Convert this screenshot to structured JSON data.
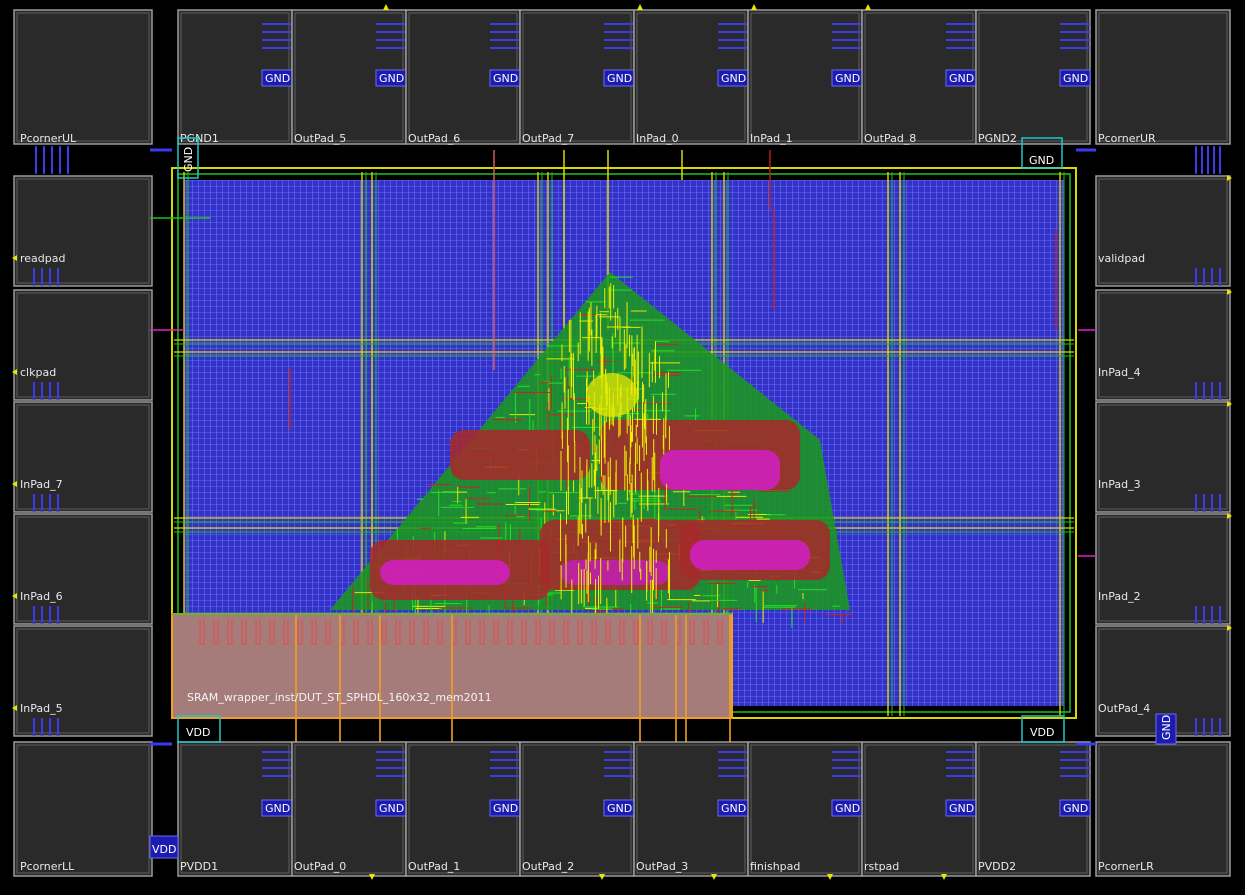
{
  "pads_top": [
    "PGND1",
    "OutPad_5",
    "OutPad_6",
    "OutPad_7",
    "InPad_0",
    "InPad_1",
    "OutPad_8",
    "PGND2"
  ],
  "pads_bottom": [
    "PVDD1",
    "OutPad_0",
    "OutPad_1",
    "OutPad_2",
    "OutPad_3",
    "finishpad",
    "rstpad",
    "PVDD2"
  ],
  "pads_left": [
    "readpad",
    "clkpad",
    "InPad_7",
    "InPad_6",
    "InPad_5"
  ],
  "pads_right": [
    "validpad",
    "InPad_4",
    "InPad_3",
    "InPad_2",
    "OutPad_4"
  ],
  "corners": {
    "ul": "PcornerUL",
    "ur": "PcornerUR",
    "ll": "PcornerLL",
    "lr": "PcornerLR"
  },
  "gnd_label": "GND",
  "vdd_label": "VDD",
  "sram_label": "SRAM_wrapper_inst/DUT_ST_SPHDL_160x32_mem2011",
  "colors": {
    "pad_fill": "#2a2a2a",
    "pad_outline": "#9a9a9a",
    "metal_blue": "#2f2fd8",
    "core_grid": "#3535d0",
    "route_green": "#1ed01e",
    "route_yellow": "#e0e000",
    "route_red": "#a52a2a",
    "route_magenta": "#e020c8",
    "sram_fill": "#a07a78",
    "orange": "#f0a020",
    "cyan": "#20c8c8"
  }
}
